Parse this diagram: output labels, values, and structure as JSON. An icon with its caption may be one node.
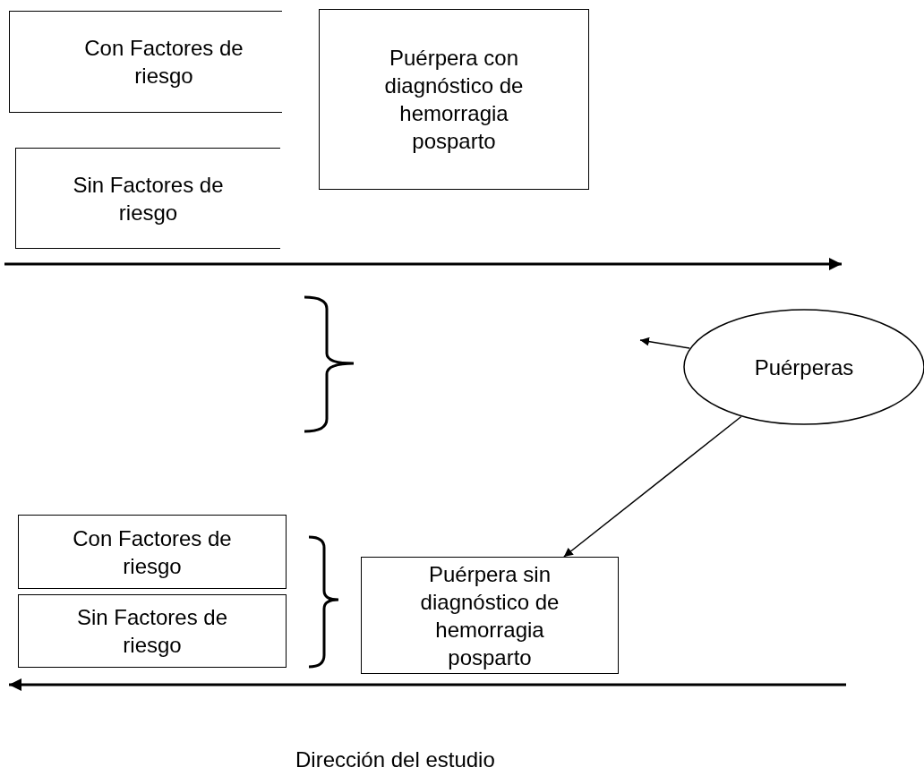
{
  "diagram": {
    "nodes": [
      {
        "text": [
          "Con Factores de riesgo"
        ]
      },
      {
        "text": [
          "Puérpera con diagnóstico de hemorragia posparto"
        ]
      },
      {
        "text": [
          "Sin Factores de riesgo"
        ]
      },
      {
        "text": [
          "Puérperas"
        ]
      },
      {
        "text": [
          "Con Factores de riesgo"
        ]
      },
      {
        "text": [
          "Puérpera sin diagnóstico de hemorragia posparto"
        ]
      },
      {
        "text": [
          "Sin Factores de riesgo"
        ]
      }
    ],
    "edges": [
      {
        "from": 3,
        "to": null,
        "arrow": "to"
      },
      {
        "from": 3,
        "to": 5,
        "arrow": "to"
      }
    ],
    "labels": [
      "Dirección del estudio"
    ]
  }
}
